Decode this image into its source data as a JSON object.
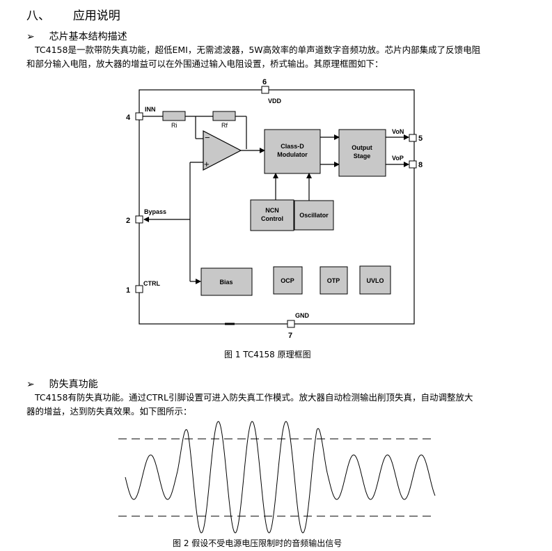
{
  "section": {
    "number": "八、",
    "title": "应用说明"
  },
  "bullet_glyph": "➢",
  "sub1": {
    "title": "芯片基本结构描述",
    "line1": "TC4158是一款带防失真功能，超低EMI，无需滤波器，5W高效率的单声道数字音频功放。芯片内部集成了反馈电阻",
    "line2": "和部分输入电阻，放大器的增益可以在外围通过输入电阻设置，桥式输出。其原理框图如下："
  },
  "diagram": {
    "pins": {
      "p6": "6",
      "vdd": "VDD",
      "p4": "4",
      "inn": "INN",
      "p2": "2",
      "bypass": "Bypass",
      "p1": "1",
      "ctrl": "CTRL",
      "p7": "7",
      "gnd": "GND",
      "p5": "5",
      "von": "VoN",
      "p8": "8",
      "vop": "VoP"
    },
    "resistors": {
      "ri": "Ri",
      "rf": "Rf"
    },
    "opamp": {
      "minus": "−",
      "plus": "+"
    },
    "blocks": {
      "classd_1": "Class-D",
      "classd_2": "Modulator",
      "output_1": "Output",
      "output_2": "Stage",
      "ncn_1": "NCN",
      "ncn_2": "Control",
      "osc": "Oscillator",
      "bias": "Bias",
      "ocp": "OCP",
      "otp": "OTP",
      "uvlo": "UVLO"
    },
    "colors": {
      "block_fill": "#c8c8c8",
      "line": "#000000"
    }
  },
  "fig1": {
    "caption": "图 1    TC4158 原理框图"
  },
  "sub2": {
    "title": "防失真功能",
    "line1": "TC4158有防失真功能。通过CTRL引脚设置可进入防失真工作模式。放大器自动检测输出削顶失真，自动调整放大",
    "line2": "器的增益，达到防失真效果。如下图所示："
  },
  "fig2": {
    "caption": "图 2    假设不受电源电压限制时的音频输出信号"
  }
}
